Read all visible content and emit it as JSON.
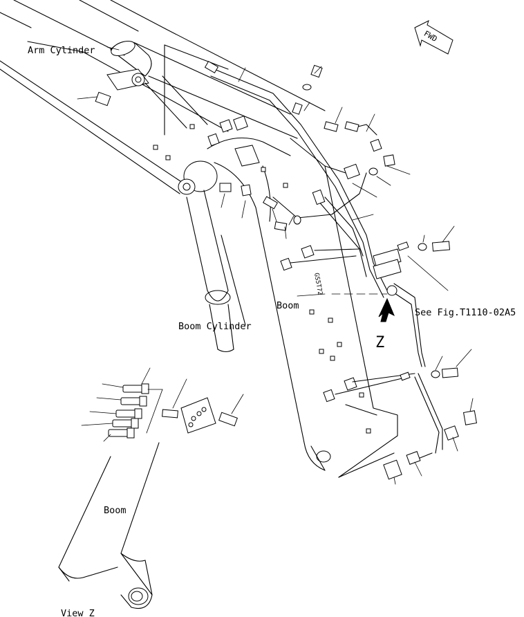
{
  "labels": {
    "arm_cylinder": "Arm Cylinder",
    "boom_cylinder": "Boom Cylinder",
    "boom_main": "Boom",
    "boom_view_z": "Boom",
    "see_fig": "See Fig.T1110-02A5",
    "view_z_marker": "Z",
    "view_z": "View Z",
    "fwd": "FWD"
  }
}
